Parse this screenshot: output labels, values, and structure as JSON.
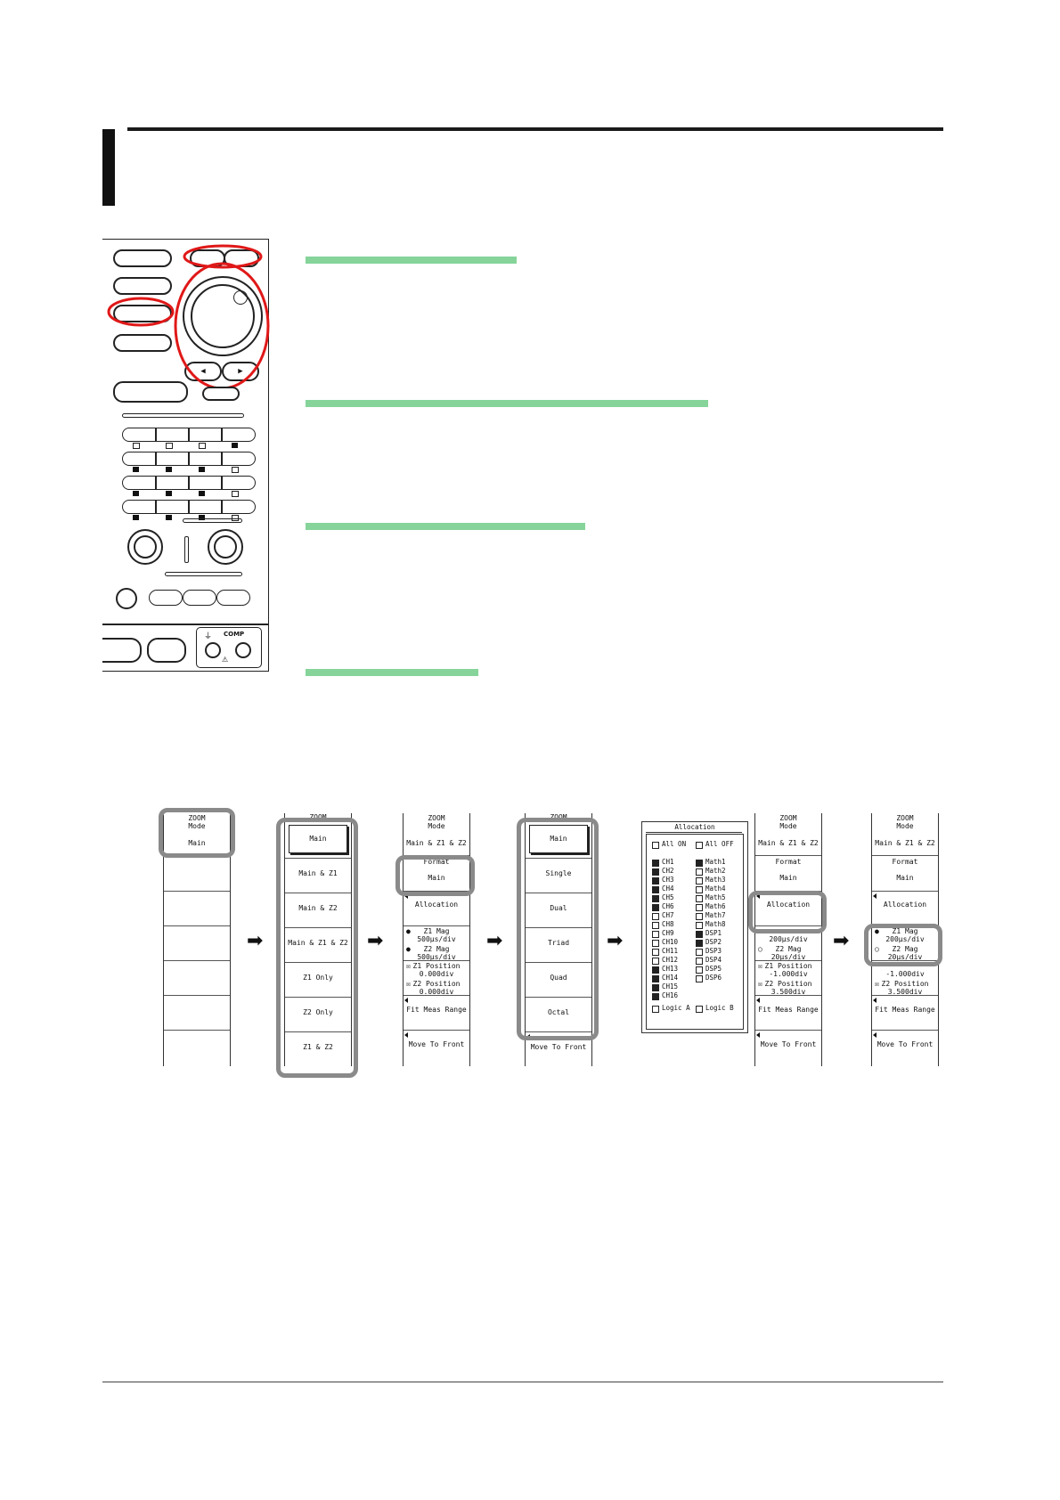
{
  "panel": {
    "comp_label": "COMP"
  },
  "menus": {
    "zoom_header": "ZOOM",
    "mode_label": "Mode",
    "m1": {
      "value": "Main"
    },
    "m2": {
      "items": [
        "Main",
        "Main & Z1",
        "Main & Z2",
        "Main & Z1 & Z2",
        "Z1 Only",
        "Z2 Only",
        "Z1 & Z2"
      ]
    },
    "m3": {
      "mode_value": "Main & Z1 & Z2",
      "format_label": "Format",
      "format_value": "Main",
      "allocation": "Allocation",
      "z1mag_label": "Z1 Mag",
      "z1mag_value": "500µs/div",
      "z2mag_label": "Z2 Mag",
      "z2mag_value": "500µs/div",
      "z1pos_label": "Z1 Position",
      "z1pos_value": "0.000div",
      "z2pos_label": "Z2 Position",
      "z2pos_value": "0.000div",
      "fit": "Fit Meas Range",
      "front": "Move To Front"
    },
    "m4": {
      "items": [
        "Main",
        "Single",
        "Dual",
        "Triad",
        "Quad",
        "Octal"
      ]
    },
    "alloc": {
      "title": "Allocation",
      "all_on": "All ON",
      "all_off": "All OFF",
      "left": [
        "CH1",
        "CH2",
        "CH3",
        "CH4",
        "CH5",
        "CH6",
        "CH7",
        "CH8",
        "CH9",
        "CH10",
        "CH11",
        "CH12",
        "CH13",
        "CH14",
        "CH15",
        "CH16"
      ],
      "right": [
        "Math1",
        "Math2",
        "Math3",
        "Math4",
        "Math5",
        "Math6",
        "Math7",
        "Math8",
        "DSP1",
        "DSP2",
        "DSP3",
        "DSP4",
        "DSP5",
        "DSP6"
      ],
      "logic_a": "Logic A",
      "logic_b": "Logic B"
    },
    "m5": {
      "mode_value": "Main & Z1 & Z2",
      "format_label": "Format",
      "format_value": "Main",
      "allocation": "Allocation",
      "z1mag_value": "200µs/div",
      "z2mag_label": "Z2 Mag",
      "z2mag_value": "20µs/div",
      "z1pos_label": "Z1 Position",
      "z1pos_value": "-1.000div",
      "z2pos_label": "Z2 Position",
      "z2pos_value": "3.500div",
      "fit": "Fit Meas Range",
      "front": "Move To Front"
    },
    "m6": {
      "mode_value": "Main & Z1 & Z2",
      "format_label": "Format",
      "format_value": "Main",
      "allocation": "Allocation",
      "z1mag_label": "Z1 Mag",
      "z1mag_value": "200µs/div",
      "z2mag_label": "Z2 Mag",
      "z2mag_value": "20µs/div",
      "z1pos_value": "-1.000div",
      "z2pos_label": "Z2 Position",
      "z2pos_value": "3.500div",
      "fit": "Fit Meas Range",
      "front": "Move To Front"
    }
  },
  "colors": {
    "section_bar": "#86d49a",
    "highlight_red": "#e01818",
    "menu_highlight": "#8a8a8a"
  }
}
